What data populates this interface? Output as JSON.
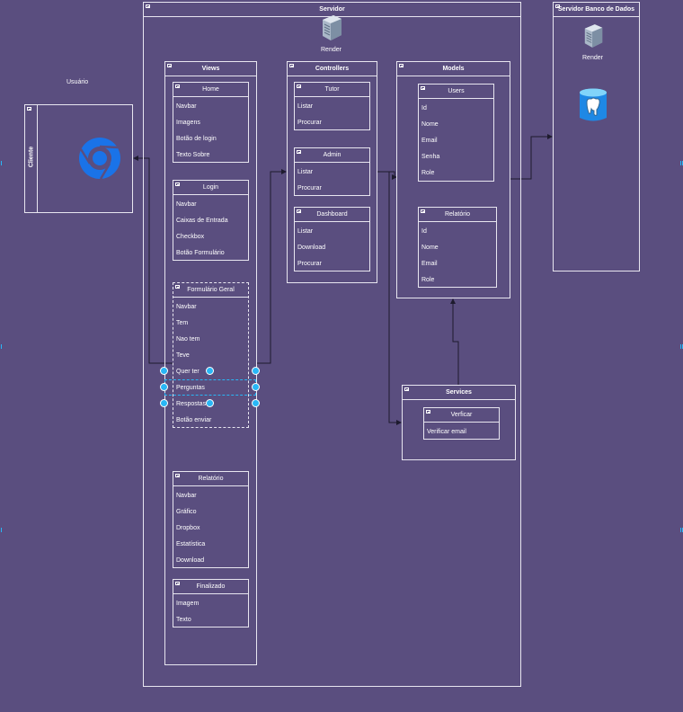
{
  "usuario_label": "Usuário",
  "cliente": {
    "title": "Cliente",
    "icon": "chrome-browser-icon"
  },
  "servidor": {
    "title": "Servidor",
    "render_label": "Render",
    "views": {
      "title": "Views",
      "home": {
        "title": "Home",
        "items": [
          "Navbar",
          "Imagens",
          "Botão de login",
          "Texto Sobre"
        ]
      },
      "login": {
        "title": "Login",
        "items": [
          "Navbar",
          "Caixas de Entrada",
          "Checkbox",
          "Botão Formulário"
        ]
      },
      "formulario": {
        "title": "Formulário Geral",
        "items": [
          "Navbar",
          "Tem",
          "Nao tem",
          "Teve",
          "Quer ter",
          "Perguntas",
          "Respostas",
          "Botão enviar"
        ]
      },
      "relatorio": {
        "title": "Relatório",
        "items": [
          "Navbar",
          "Gráfico",
          "Dropbox",
          "Estatística",
          "Download"
        ]
      },
      "finalizado": {
        "title": "Finalizado",
        "items": [
          "Imagem",
          "Texto"
        ]
      }
    },
    "controllers": {
      "title": "Controllers",
      "tutor": {
        "title": "Tutor",
        "items": [
          "Listar",
          "Procurar"
        ]
      },
      "admin": {
        "title": "Admin",
        "items": [
          "Listar",
          "Procurar"
        ]
      },
      "dashboard": {
        "title": "Dashboard",
        "items": [
          "Listar",
          "Download",
          "Procurar"
        ]
      }
    },
    "models": {
      "title": "Models",
      "users": {
        "title": "Users",
        "items": [
          "Id",
          "Nome",
          "Email",
          "Senha",
          "Role"
        ]
      },
      "relatorio": {
        "title": "Relatório",
        "items": [
          "Id",
          "Nome",
          "Email",
          "Role"
        ]
      }
    },
    "services": {
      "title": "Services",
      "verificar": {
        "title": "Verficar",
        "items": [
          "Verificar email"
        ]
      }
    }
  },
  "banco": {
    "title": "Servidor Banco de Dados",
    "render_label": "Render",
    "db_icon": "postgresql-icon"
  },
  "colors": {
    "background": "#5a4e7f",
    "lines": "#e8e6f0",
    "selection": "#29b6f6",
    "chrome_blue": "#1a73e8",
    "postgres_blue": "#336791"
  }
}
